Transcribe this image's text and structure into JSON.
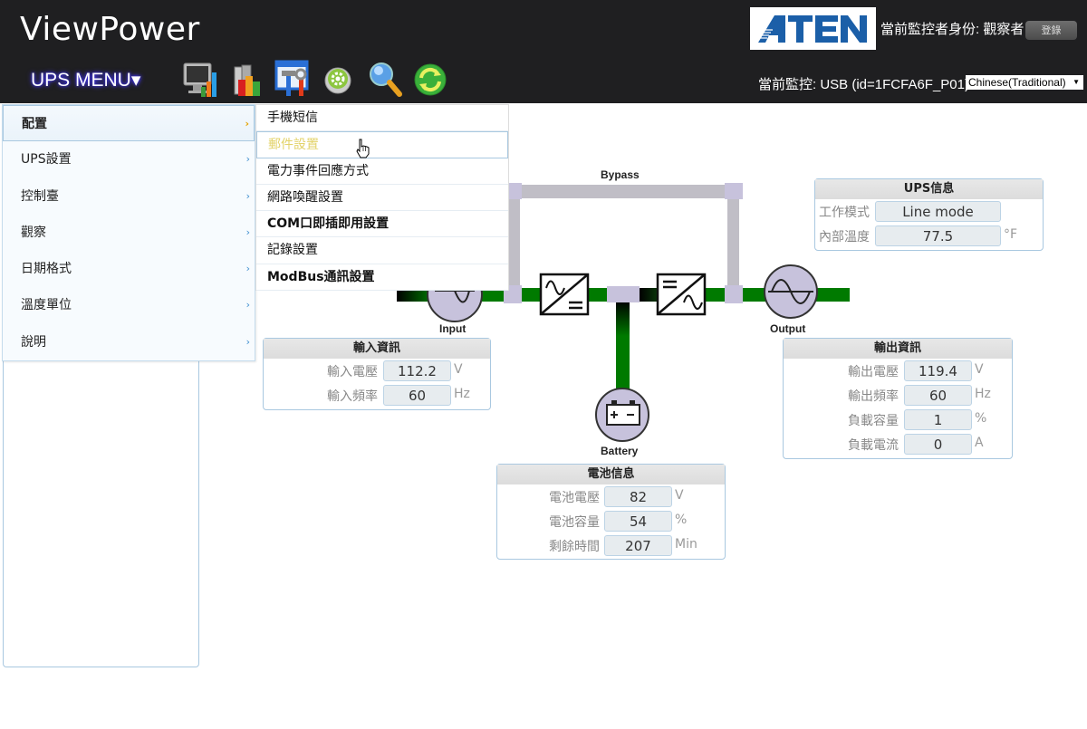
{
  "header": {
    "app_title": "ViewPower",
    "ups_menu_label": "UPS MENU▾",
    "toolbar_icons": [
      "monitor-chart-icon",
      "reports-icon",
      "tools-icon",
      "settings-icon",
      "search-icon",
      "refresh-icon"
    ],
    "brand_logo": "ATEN",
    "identity_text": "當前監控者身份: 觀察者",
    "login_button": "登錄",
    "monitor_text": "當前監控: USB (id=1FCFA6F_P01)",
    "language_selected": "Chinese(Traditional)"
  },
  "main_menu": {
    "items": [
      {
        "label": "配置",
        "active": true
      },
      {
        "label": "UPS設置"
      },
      {
        "label": "控制臺"
      },
      {
        "label": "觀察"
      },
      {
        "label": "日期格式"
      },
      {
        "label": "溫度單位"
      },
      {
        "label": "說明"
      }
    ],
    "chevron": "›"
  },
  "sub_menu": {
    "items": [
      {
        "label": "手機短信"
      },
      {
        "label": "郵件設置",
        "hover": true
      },
      {
        "label": "電力事件回應方式"
      },
      {
        "label": "網路喚醒設置"
      },
      {
        "label": "COM口即插即用設置"
      },
      {
        "label": "記錄設置"
      },
      {
        "label": "ModBus通訊設置"
      }
    ]
  },
  "diagram": {
    "bypass_label": "Bypass",
    "input_label": "Input",
    "output_label": "Output",
    "battery_label": "Battery",
    "colors": {
      "line_active": "#007a00",
      "bypass": "#c0bec6",
      "node": "#c7c2dc"
    }
  },
  "ups_info": {
    "title": "UPS信息",
    "rows": [
      {
        "label": "工作模式",
        "value": "Line mode",
        "unit": ""
      },
      {
        "label": "內部溫度",
        "value": "77.5",
        "unit": "°F"
      }
    ]
  },
  "input_info": {
    "title": "輸入資訊",
    "rows": [
      {
        "label": "輸入電壓",
        "value": "112.2",
        "unit": "V"
      },
      {
        "label": "輸入頻率",
        "value": "60",
        "unit": "Hz"
      }
    ]
  },
  "output_info": {
    "title": "輸出資訊",
    "rows": [
      {
        "label": "輸出電壓",
        "value": "119.4",
        "unit": "V"
      },
      {
        "label": "輸出頻率",
        "value": "60",
        "unit": "Hz"
      },
      {
        "label": "負載容量",
        "value": "1",
        "unit": "%"
      },
      {
        "label": "負載電流",
        "value": "0",
        "unit": "A"
      }
    ]
  },
  "battery_info": {
    "title": "電池信息",
    "rows": [
      {
        "label": "電池電壓",
        "value": "82",
        "unit": "V"
      },
      {
        "label": "電池容量",
        "value": "54",
        "unit": "%"
      },
      {
        "label": "剩餘時間",
        "value": "207",
        "unit": "Min"
      }
    ]
  }
}
